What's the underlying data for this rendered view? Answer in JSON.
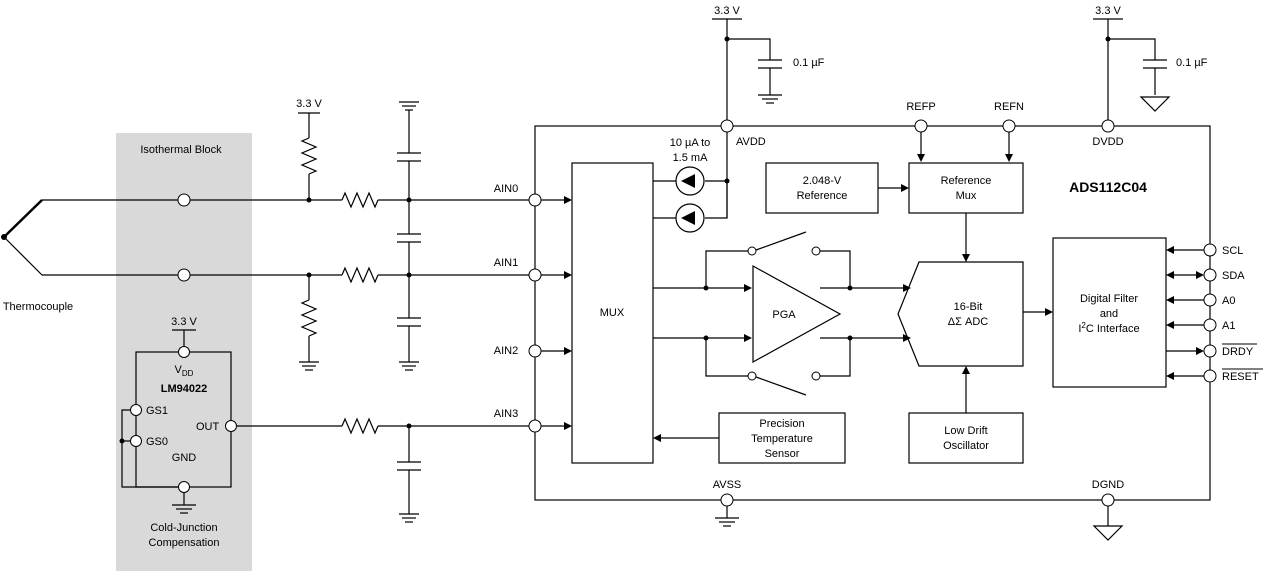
{
  "supply": {
    "left": "3.3 V",
    "right": "3.3 V",
    "bias": "3.3 V",
    "cjc": "3.3 V"
  },
  "caps": {
    "avdd": "0.1 µF",
    "dvdd": "0.1 µF"
  },
  "labels": {
    "isothermal": "Isothermal Block",
    "thermocouple": "Thermocouple",
    "cjc_line1": "Cold-Junction",
    "cjc_line2": "Compensation",
    "idac_line1": "10 µA to",
    "idac_line2": "1.5 mA"
  },
  "chip": {
    "name": "ADS112C04",
    "pins": {
      "avdd": "AVDD",
      "dvdd": "DVDD",
      "refp": "REFP",
      "refn": "REFN",
      "avss": "AVSS",
      "dgnd": "DGND",
      "ain0": "AIN0",
      "ain1": "AIN1",
      "ain2": "AIN2",
      "ain3": "AIN3",
      "scl": "SCL",
      "sda": "SDA",
      "a0": "A0",
      "a1": "A1",
      "drdy": "DRDY",
      "reset": "RESET"
    },
    "blocks": {
      "mux": "MUX",
      "ref_line1": "2.048-V",
      "ref_line2": "Reference",
      "refmux_line1": "Reference",
      "refmux_line2": "Mux",
      "pga": "PGA",
      "adc_line1": "16-Bit",
      "adc_line2": "ΔΣ ADC",
      "df_line1": "Digital Filter",
      "df_line2": "and",
      "df_line3_pre": "I",
      "df_line3_sup": "2",
      "df_line3_post": "C Interface",
      "sensor_line1": "Precision",
      "sensor_line2": "Temperature",
      "sensor_line3": "Sensor",
      "osc_line1": "Low Drift",
      "osc_line2": "Oscillator"
    }
  },
  "lm94022": {
    "name": "LM94022",
    "vdd_main": "V",
    "vdd_sub": "DD",
    "gs1": "GS1",
    "gs0": "GS0",
    "out": "OUT",
    "gnd": "GND"
  }
}
